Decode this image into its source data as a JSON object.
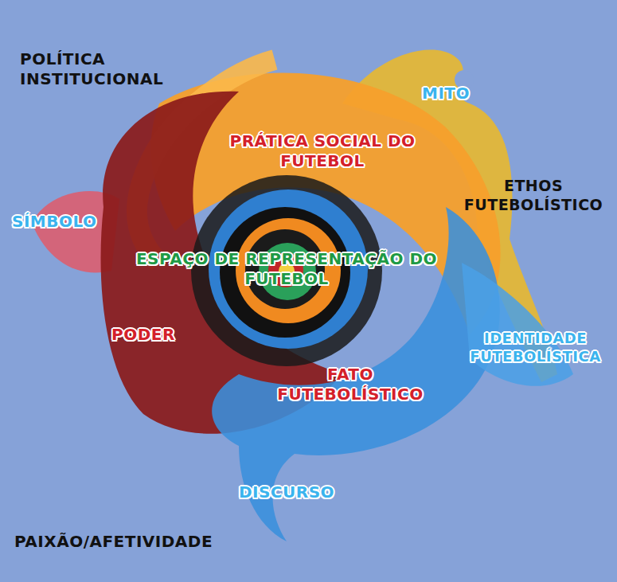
{
  "diagram": {
    "labels": [
      "POLÍTICA INSTITUCIONAL",
      "MITO",
      "PRÁTICA SOCIAL DO FUTEBOL",
      "ETHOS FUTEBOLÍSTICO",
      "SÍMBOLO",
      "ESPAÇO DE REPRESENTAÇÃO DO FUTEBOL",
      "PODER",
      "IDENTIDADE FUTEBOLÍSTICA",
      "FATO FUTEBOLÍSTICO",
      "DISCURSO",
      "PAIXÃO/AFETIVIDADE"
    ]
  }
}
